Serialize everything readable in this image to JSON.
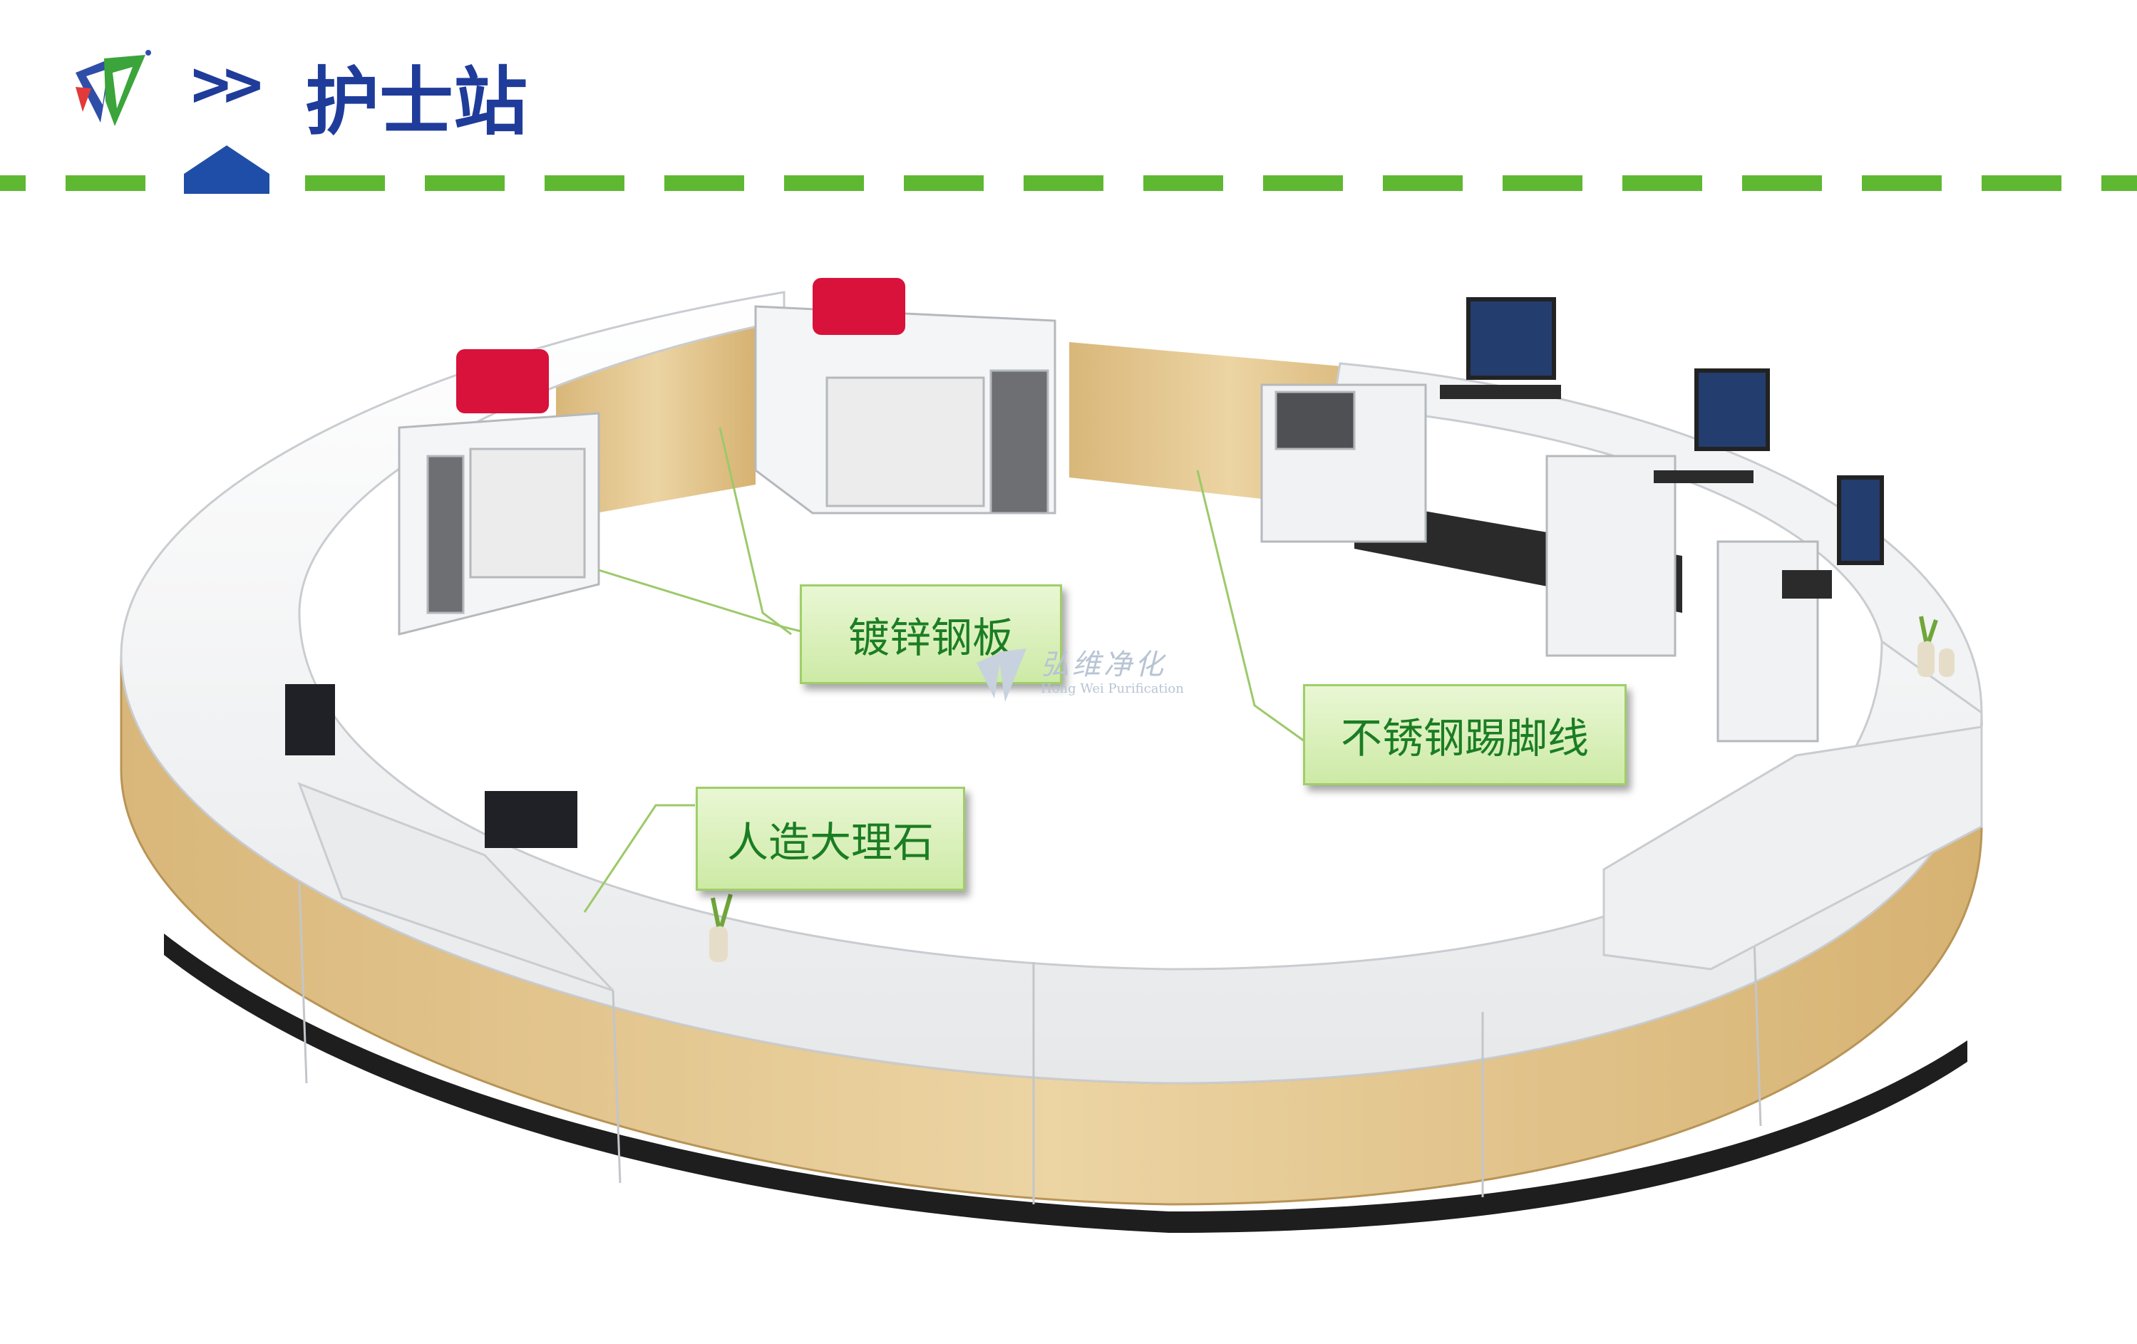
{
  "header": {
    "chevrons": ">>",
    "title": "护士站"
  },
  "callouts": {
    "galvanized": "镀锌钢板",
    "stainless": "不锈钢踢脚线",
    "marble": "人造大理石"
  },
  "watermark": {
    "cn": "弘维净化",
    "en": "Hong Wei Purification"
  },
  "colors": {
    "title_blue": "#1f3c9a",
    "dash_green": "#5fb832",
    "callout_text": "#1b7d23",
    "wood": "#e5c68e"
  }
}
